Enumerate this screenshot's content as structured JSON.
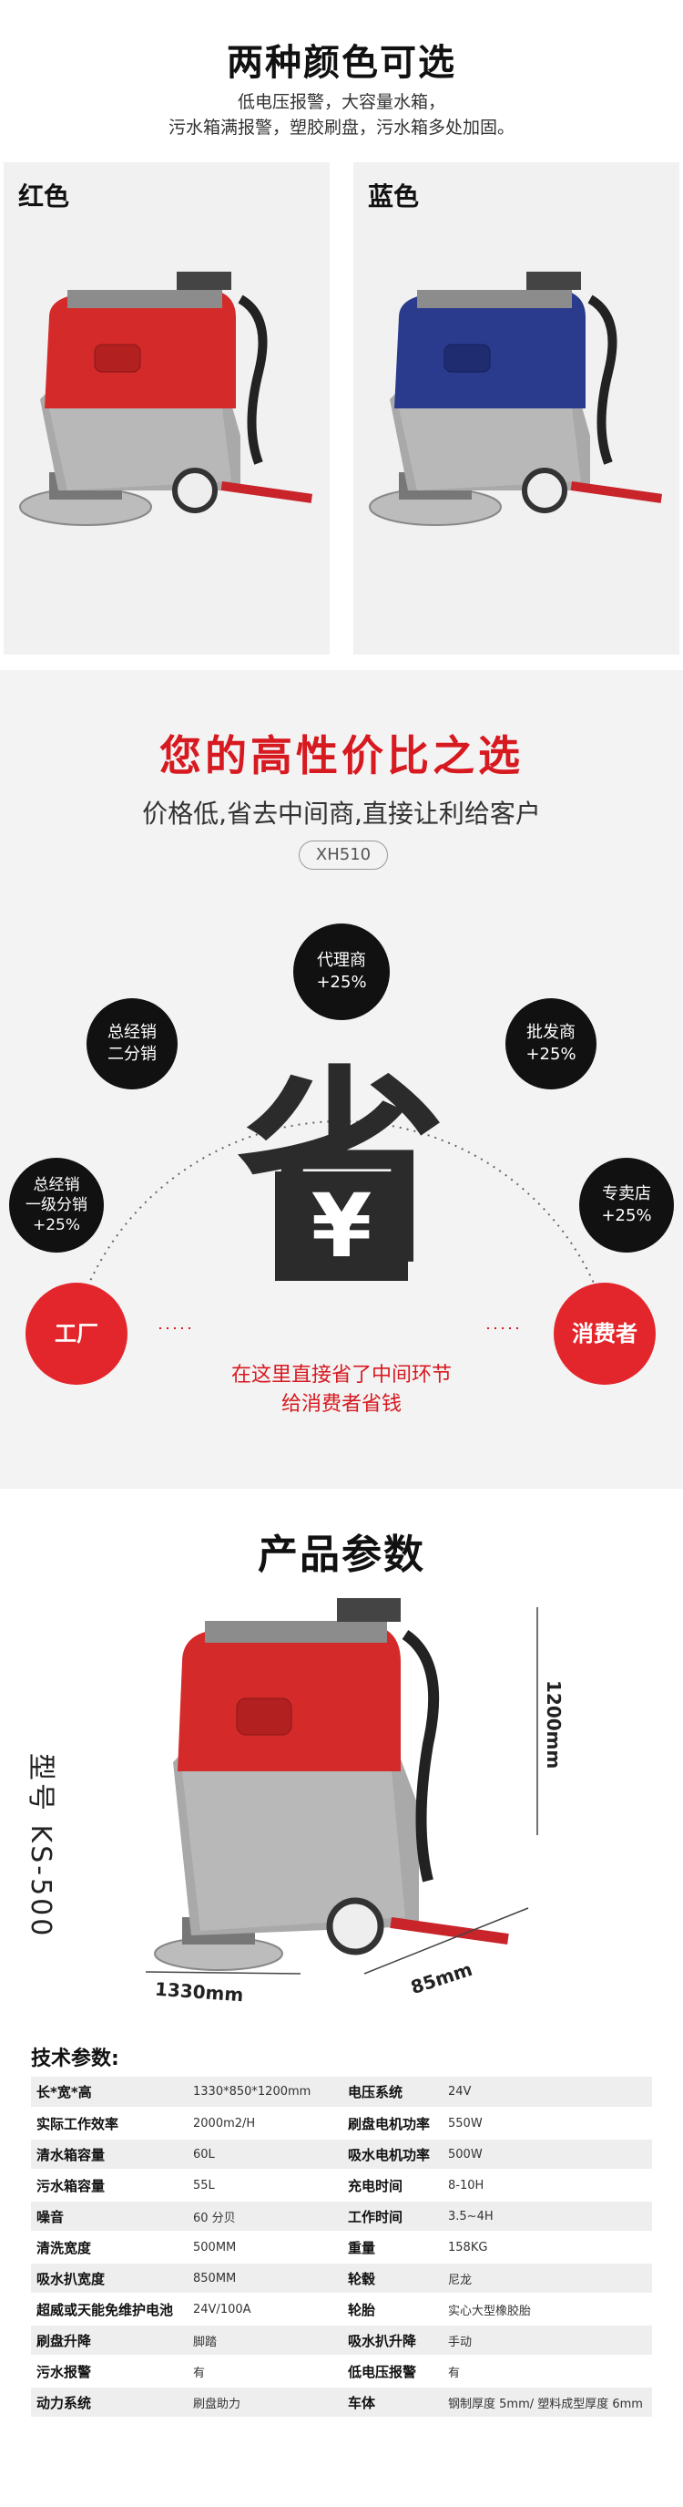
{
  "colors_section": {
    "title": "两种颜色可选",
    "desc_line1": "低电压报警，大容量水箱，",
    "desc_line2": "污水箱满报警，塑胶刷盘，污水箱多处加固。",
    "cards": [
      {
        "label": "红色",
        "body_color": "#d42a2a"
      },
      {
        "label": "蓝色",
        "body_color": "#2a3a8c"
      }
    ]
  },
  "price_section": {
    "title": "您的高性价比之选",
    "subtitle": "价格低,省去中间商,直接让利给客户",
    "model": "XH510",
    "center_char": "省",
    "currency_symbol": "¥",
    "nodes": {
      "agent": [
        "代理商",
        "+25%"
      ],
      "gd2": [
        "总经销",
        "二分销"
      ],
      "wholesale": [
        "批发商",
        "+25%"
      ],
      "gd1": [
        "总经销",
        "一级分销",
        "+25%"
      ],
      "store": [
        "专卖店",
        "+25%"
      ],
      "factory": [
        "工厂"
      ],
      "consumer": [
        "消费者"
      ]
    },
    "message_line1": "在这里直接省了中间环节",
    "message_line2": "给消费者省钱",
    "accent": "#d71920"
  },
  "params_section": {
    "title": "产品参数",
    "model_vertical": "型号 KS-500",
    "dim_height": "1200mm",
    "dim_length": "1330mm",
    "dim_width": "85mm",
    "spec_heading": "技术参数:",
    "rows": [
      [
        "长*宽*高",
        "1330*850*1200mm",
        "电压系统",
        "24V"
      ],
      [
        "实际工作效率",
        "2000m2/H",
        "刷盘电机功率",
        "550W"
      ],
      [
        "清水箱容量",
        "60L",
        "吸水电机功率",
        "500W"
      ],
      [
        "污水箱容量",
        "55L",
        "充电时间",
        "8-10H"
      ],
      [
        "噪音",
        "60 分贝",
        "工作时间",
        "3.5~4H"
      ],
      [
        "清洗宽度",
        "500MM",
        "重量",
        "158KG"
      ],
      [
        "吸水扒宽度",
        "850MM",
        "轮毂",
        "尼龙"
      ],
      [
        "超威或天能免维护电池",
        "24V/100A",
        "轮胎",
        "实心大型橡胶胎"
      ],
      [
        "刷盘升降",
        "脚踏",
        "吸水扒升降",
        "手动"
      ],
      [
        "污水报警",
        "有",
        "低电压报警",
        "有"
      ],
      [
        "动力系统",
        "刷盘助力",
        "车体",
        "钢制厚度 5mm/ 塑料成型厚度 6mm"
      ]
    ]
  }
}
